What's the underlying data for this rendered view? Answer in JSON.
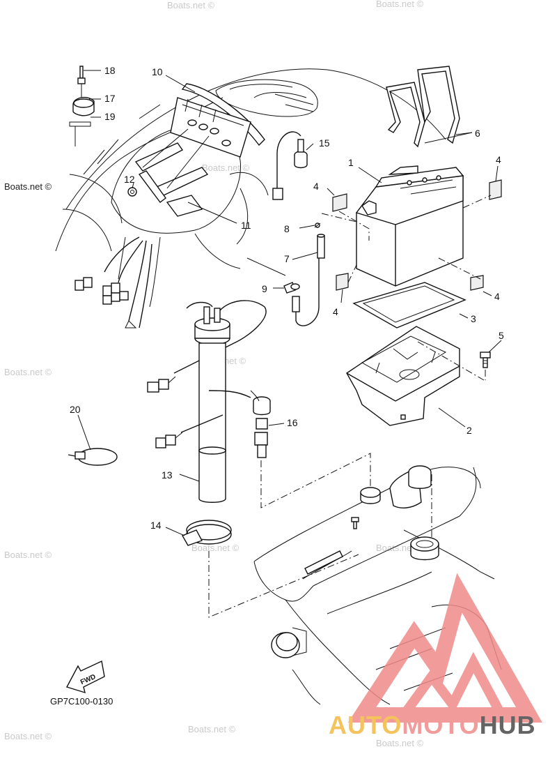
{
  "callouts": [
    "1",
    "2",
    "3",
    "4",
    "4",
    "4",
    "4",
    "5",
    "6",
    "7",
    "8",
    "9",
    "10",
    "11",
    "12",
    "13",
    "14",
    "15",
    "16",
    "17",
    "18",
    "19",
    "20"
  ],
  "fwd_label": "FWD",
  "diagram_code": "GP7C100-0130",
  "watermark": "Boats.net ©",
  "brand": {
    "part1": "AUTO",
    "part2": "MOTO",
    "part3": "HUB"
  },
  "colors": {
    "brand_red": "#f08a8a",
    "brand_yellow": "#f4b942",
    "brand_dark": "#4a4a4a"
  }
}
